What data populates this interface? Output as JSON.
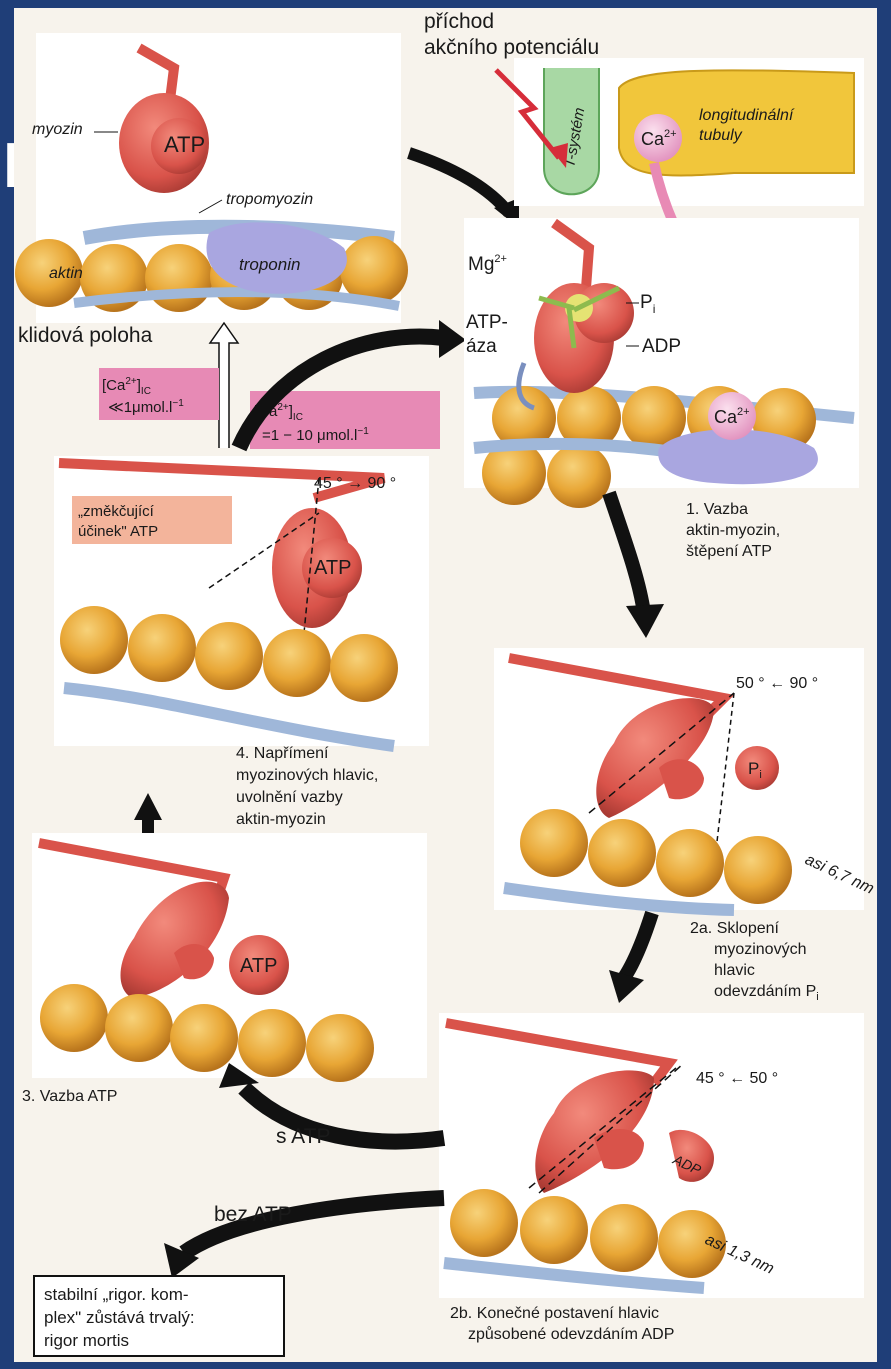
{
  "labels": {
    "arrival_line1": "příchod",
    "arrival_line2": "akčního potenciálu",
    "t_system": "T-systém",
    "longitudinal_line1": "longitudinální",
    "longitudinal_line2": "tubuly",
    "ca": "Ca",
    "ca_sup": "2+",
    "myosin": "myozin",
    "atp": "ATP",
    "tropomyosin": "tropomyozin",
    "actin": "aktin",
    "troponin": "troponin",
    "resting": "klidová poloha",
    "ca_low_line1": "[Ca",
    "ca_low_sup": "2+",
    "ca_low_sub": "IC",
    "ca_low_line2": "≪1μmol.l",
    "ca_low_exp": "−1",
    "ca_high_line1": "[Ca",
    "ca_high_sup": "2+",
    "ca_high_sub": "IC",
    "ca_high_line2": "=1 − 10 μmol.l",
    "ca_high_exp": "−1",
    "mg": "Mg",
    "mg_sup": "2+",
    "atpase_line1": "ATP-",
    "atpase_line2": "áza",
    "pi": "P",
    "pi_sub": "i",
    "adp": "ADP",
    "softening_line1": "„změkčující",
    "softening_line2": "účinek\" ATP",
    "angle1": "45 °  →  90 °",
    "step1_line1": "1. Vazba",
    "step1_line2": "aktin-myozin,",
    "step1_line3": "štěpení ATP",
    "step4_line1": "4. Napřímení",
    "step4_line2": "myozinových hlavic,",
    "step4_line3": "uvolnění vazby",
    "step4_line4": "aktin-myozin",
    "angle2": "50 °  ←  90 °",
    "dist1": "asi 6,7 nm",
    "step2a_line1": "2a. Sklopení",
    "step2a_line2": "myozinových",
    "step2a_line3": "hlavic",
    "step2a_line4": "odevzdáním P",
    "step2a_sub": "i",
    "angle3": "45 °  ←  50 °",
    "step3": "3. Vazba ATP",
    "with_atp": "s ATP",
    "without_atp": "bez ATP",
    "dist2": "asi 1,3 nm",
    "rigor_line1": "stabilní „rigor. kom-",
    "rigor_line2": "plex\" zůstává trvalý:",
    "rigor_line3": "rigor mortis",
    "step2b_line1": "2b. Konečné postavení hlavic",
    "step2b_line2": "způsobené odevzdáním ADP"
  },
  "colors": {
    "background": "#1f3e78",
    "panel": "#f7f3ec",
    "myosin": "#d9534a",
    "actin": "#e8a635",
    "tropomyosin": "#9fb7d9",
    "troponin": "#a9a6e0",
    "pink_box": "#e78ab5",
    "orange_box": "#f3b49b",
    "t_system": "#a8d8a4",
    "tubules": "#f1c63b"
  }
}
